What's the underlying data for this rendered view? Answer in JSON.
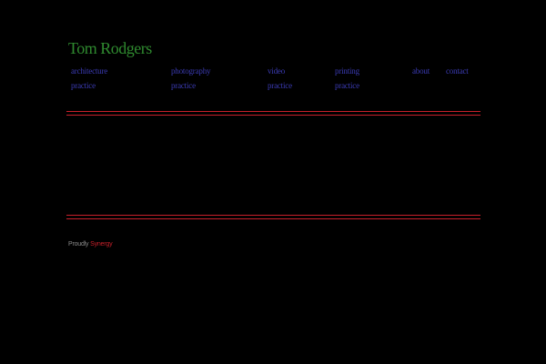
{
  "header": {
    "title": "Tom Rodgers"
  },
  "nav": {
    "items": [
      {
        "line1": "architecture",
        "line2": "practice"
      },
      {
        "line1": "photography",
        "line2": "practice"
      },
      {
        "line1": "video",
        "line2": "practice"
      },
      {
        "line1": "printing",
        "line2": "practice"
      },
      {
        "line1": "about",
        "line2": ""
      },
      {
        "line1": "contact",
        "line2": ""
      }
    ]
  },
  "footer": {
    "prefix": "Proudly",
    "link": "Synergy"
  },
  "colors": {
    "background": "#000000",
    "title": "#2f8a2f",
    "nav_link": "#3b3bb3",
    "rule": "#c8202a",
    "footer_link": "#c8202a"
  }
}
